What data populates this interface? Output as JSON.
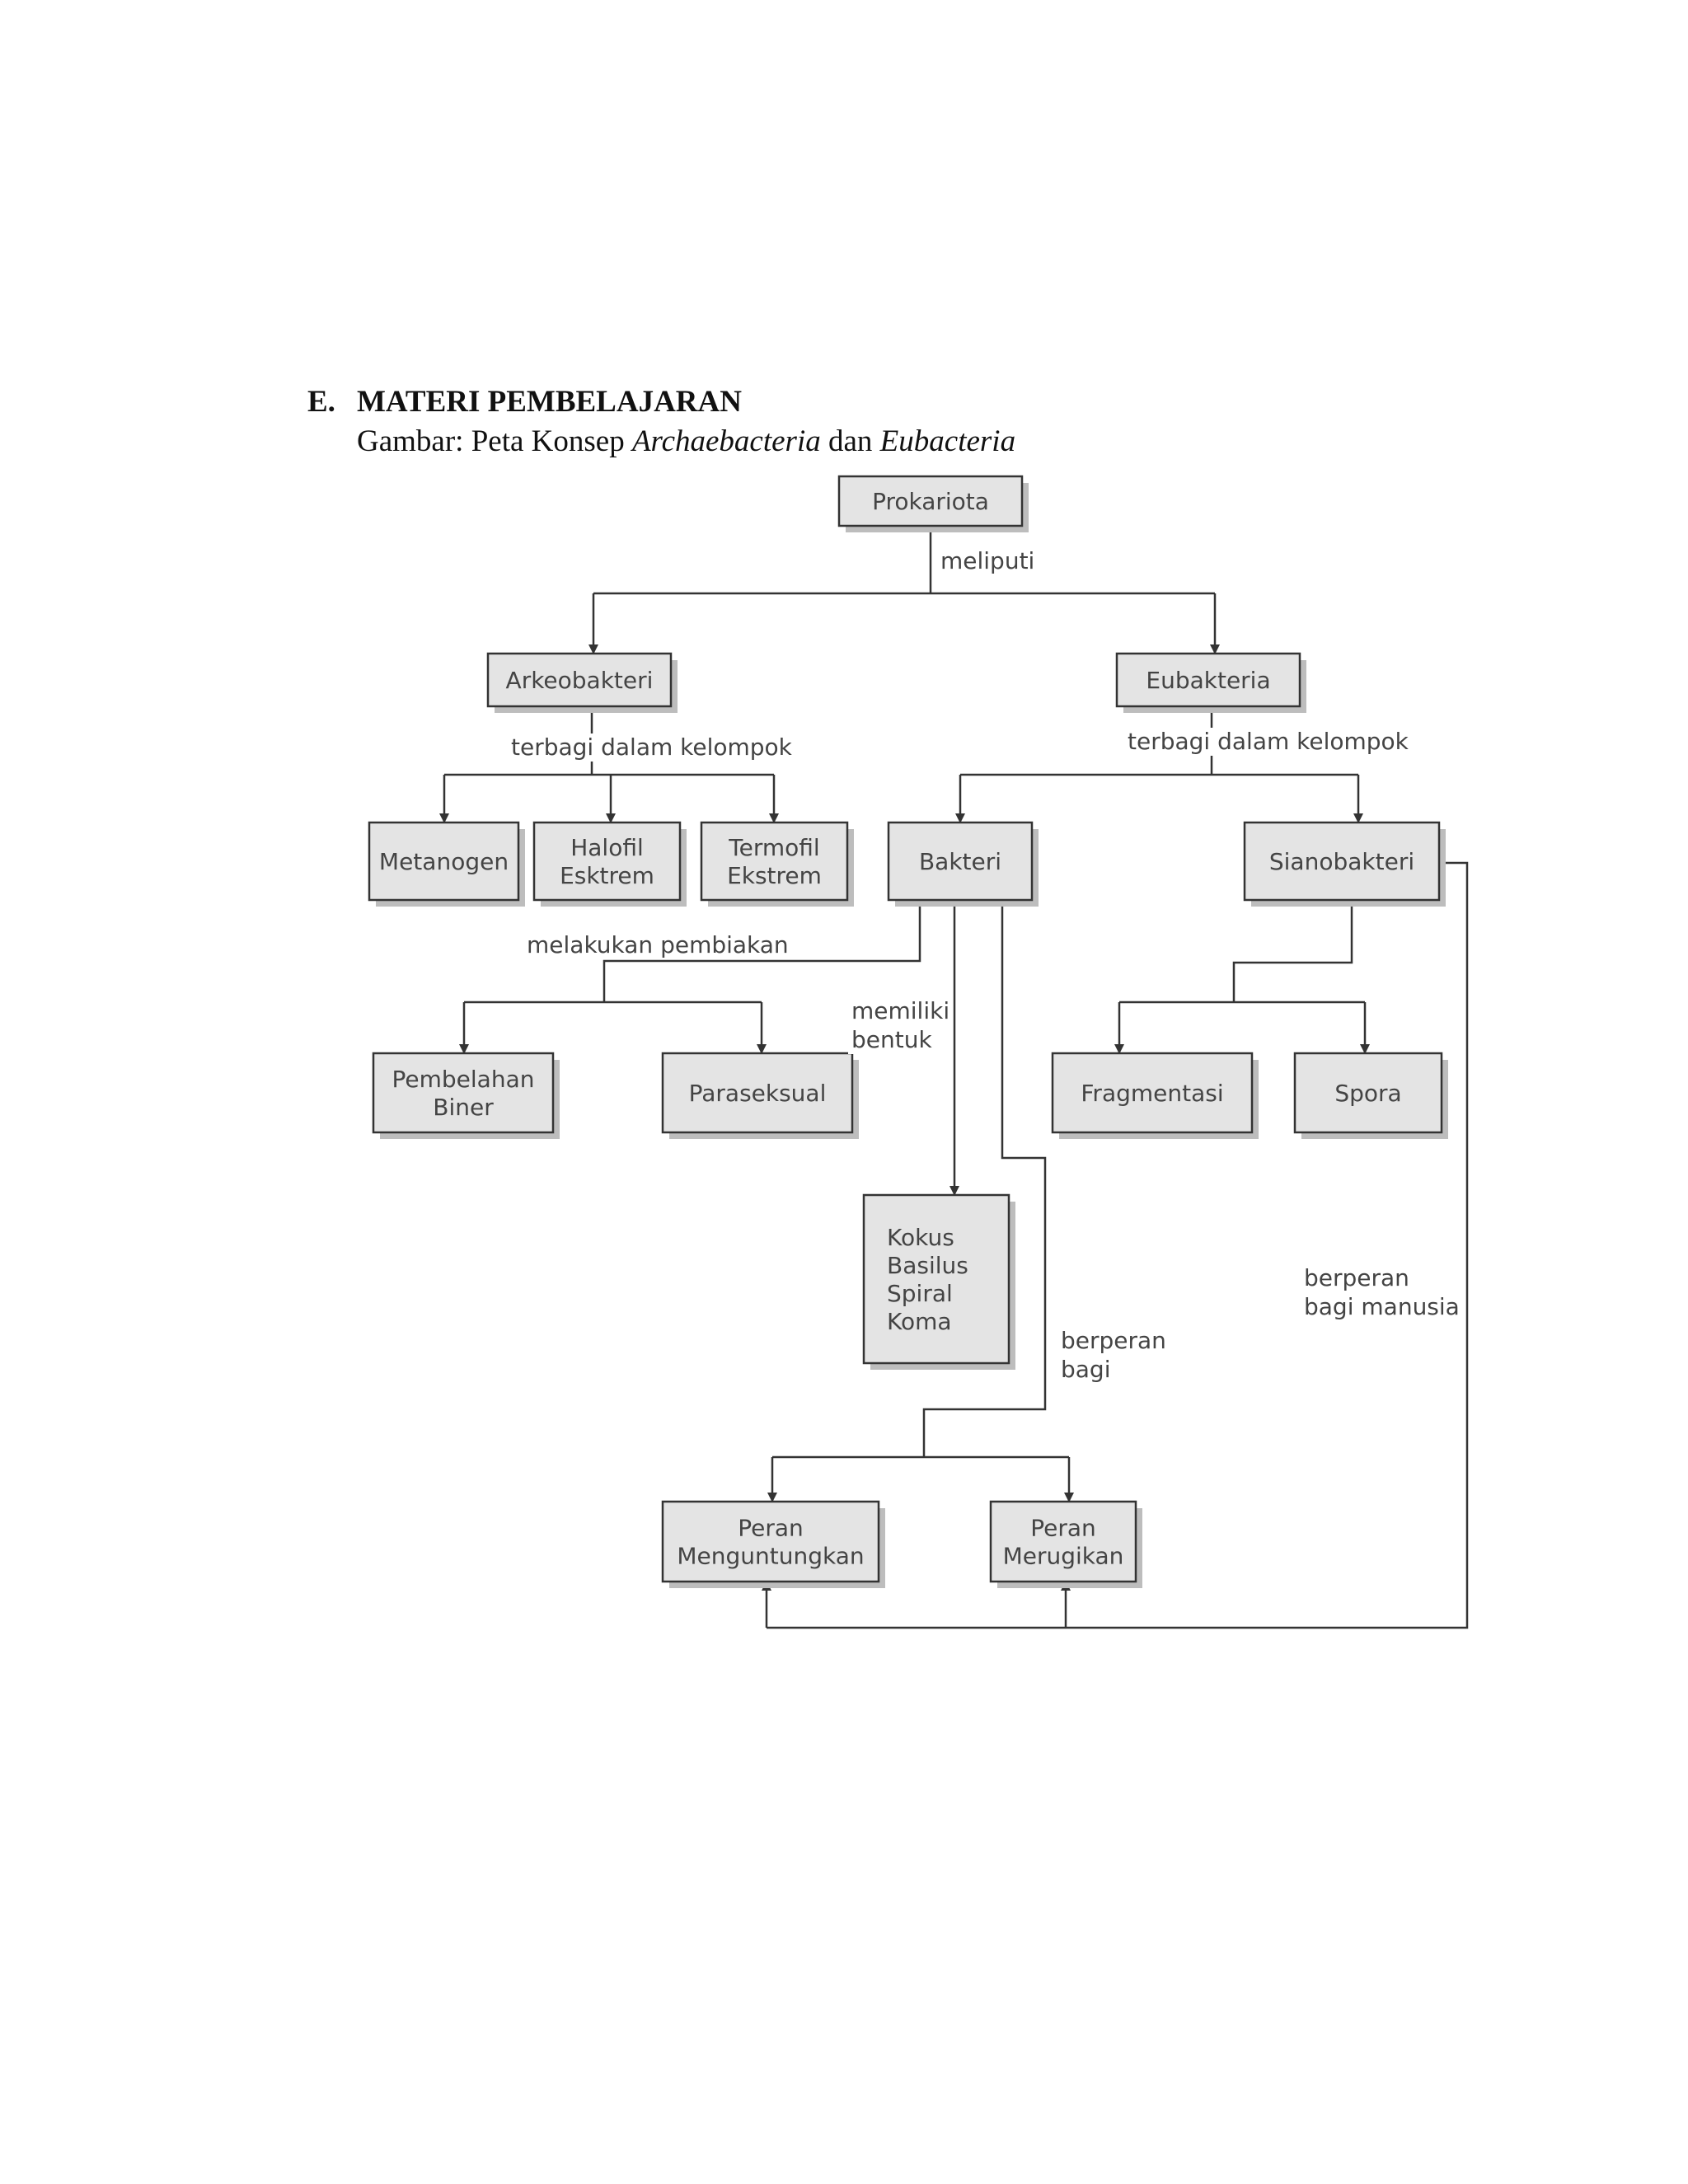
{
  "section": {
    "letter": "E.",
    "title": "MATERI PEMBELAJARAN",
    "caption_prefix": "Gambar:  Peta Konsep ",
    "caption_italic_1": "Archaebacteria",
    "caption_middle": " dan ",
    "caption_italic_2": "Eubacteria"
  },
  "nodes": {
    "prokariota": [
      "Prokariota"
    ],
    "arkeobakteri": [
      "Arkeobakteri"
    ],
    "eubakteria": [
      "Eubakteria"
    ],
    "metanogen": [
      "Metanogen"
    ],
    "halofil": [
      "Halofil",
      "Esktrem"
    ],
    "termofil": [
      "Termofil",
      "Ekstrem"
    ],
    "bakteri": [
      "Bakteri"
    ],
    "sianobakteri": [
      "Sianobakteri"
    ],
    "pembelahan": [
      "Pembelahan",
      "Biner"
    ],
    "paraseksual": [
      "Paraseksual"
    ],
    "fragmentasi": [
      "Fragmentasi"
    ],
    "spora": [
      "Spora"
    ],
    "bentuk": [
      "Kokus",
      "Basilus",
      "Spiral",
      "Koma"
    ],
    "menguntungkan": [
      "Peran",
      "Menguntungkan"
    ],
    "merugikan": [
      "Peran",
      "Merugikan"
    ]
  },
  "edge_labels": {
    "meliputi": [
      "meliputi"
    ],
    "terbagi_arkeo": [
      "terbagi dalam kelompok"
    ],
    "terbagi_eubak": [
      "terbagi dalam kelompok"
    ],
    "pembiakan": [
      "melakukan pembiakan"
    ],
    "bentuk": [
      "memiliki",
      "bentuk"
    ],
    "berperan_bagi": [
      "berperan",
      "bagi"
    ],
    "berperan_manusia": [
      "berperan",
      "bagi manusia"
    ]
  }
}
